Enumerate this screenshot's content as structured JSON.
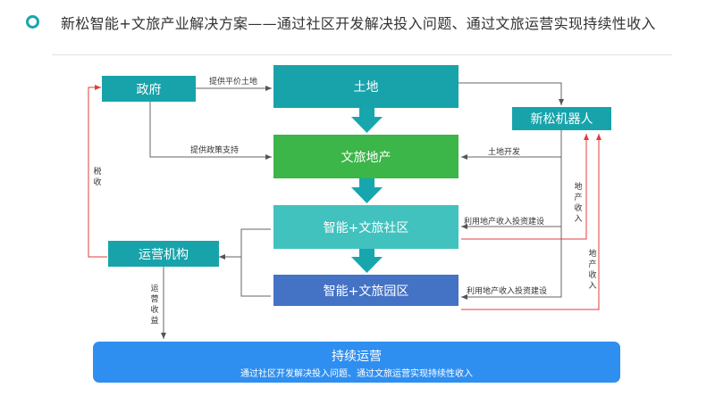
{
  "title": "新松智能+文旅产业解决方案——通过社区开发解决投入问题、通过文旅运营实现持续性收入",
  "colors": {
    "accent": "#18a6ae",
    "teal_box": "#18a3ab",
    "green_box": "#3cb549",
    "light_teal_box": "#41c2bf",
    "blue_box": "#4472c4",
    "bottom_box": "#2f8ff0",
    "red_line": "#e23c3c"
  },
  "nodes": {
    "gov": "政府",
    "land": "土地",
    "robot": "新松机器人",
    "realestate": "文旅地产",
    "community": "智能+文旅社区",
    "ops": "运营机构",
    "park": "智能+文旅园区"
  },
  "edges": {
    "provide_land": "提供平价土地",
    "policy_support": "提供政策支持",
    "land_dev": "土地开发",
    "invest_1": "利用地产收入投资建设",
    "invest_2": "利用地产收入投资建设",
    "tax": "税\n收",
    "re_income_1": "地\n产\n收\n入",
    "re_income_2": "地\n产\n收\n入",
    "ops_income": "运\n营\n收\n益"
  },
  "bottom": {
    "title": "持续运营",
    "subtitle": "通过社区开发解决投入问题、通过文旅运营实现持续性收入"
  }
}
